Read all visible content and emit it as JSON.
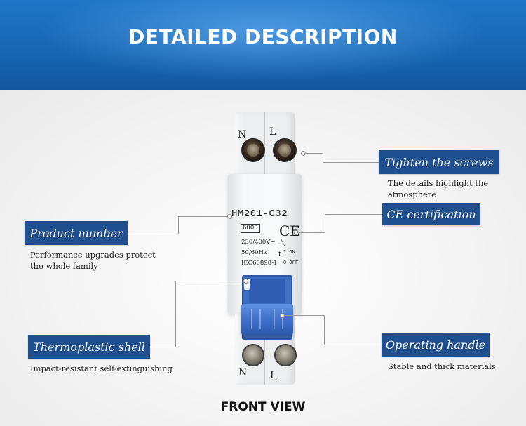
{
  "header": {
    "title": "DETAILED DESCRIPTION"
  },
  "breaker": {
    "terminal_top_left": "N",
    "terminal_top_right": "L",
    "terminal_bottom_left": "N",
    "terminal_bottom_right": "L",
    "model": "HM201-C32",
    "rating": "6000",
    "ce_mark": "CE",
    "voltage": "230/400V~",
    "frequency": "50/60Hz",
    "standard": "IEC60898-1",
    "on_label": "I ON",
    "off_label": "O OFF"
  },
  "callouts": [
    {
      "title": "Tighten the screws",
      "description": "The details highlight the atmosphere"
    },
    {
      "title": "CE certification",
      "description": ""
    },
    {
      "title": "Product number",
      "description": "Performance upgrades protect the whole family"
    },
    {
      "title": "Thermoplastic shell",
      "description": "Impact-resistant self-extinguishing"
    },
    {
      "title": "Operating handle",
      "description": "Stable and thick materials"
    }
  ],
  "footer": {
    "caption": "FRONT VIEW"
  },
  "colors": {
    "banner_blue": "#1766b3",
    "label_blue": "#1f4f8f",
    "handle_blue": "#3a6cc6"
  }
}
